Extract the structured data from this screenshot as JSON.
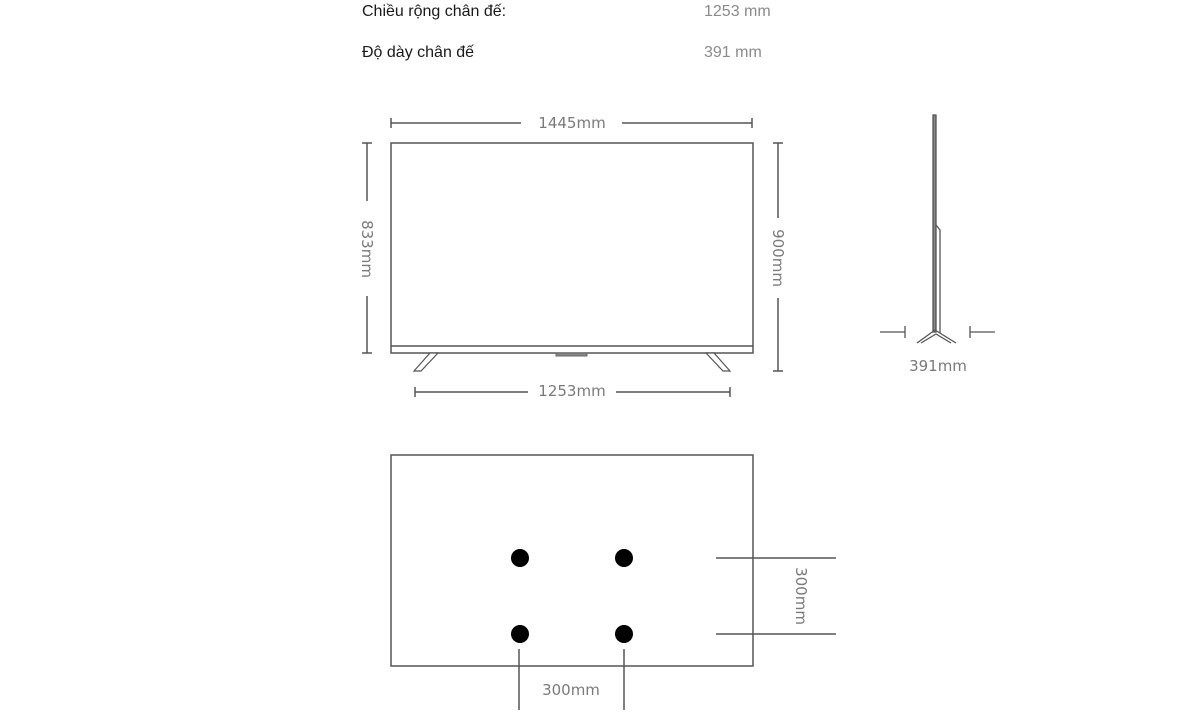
{
  "specs": [
    {
      "label": "Chiều rộng chân đế:",
      "value": "1253 mm"
    },
    {
      "label": "Độ dày chân đế",
      "value": "391 mm"
    }
  ],
  "front_view": {
    "width_label": "1445mm",
    "height_without_stand_label": "833mm",
    "height_with_stand_label": "900mm",
    "stand_width_label": "1253mm"
  },
  "side_view": {
    "stand_depth_label": "391mm"
  },
  "vesa_view": {
    "horizontal_spacing_label": "300mm",
    "vertical_spacing_label": "300mm"
  },
  "colors": {
    "line": "#555555",
    "dimension_text": "#7a7a7a",
    "label_text": "#1a1a1a",
    "value_text": "#8a8a8a",
    "hole": "#000000"
  }
}
